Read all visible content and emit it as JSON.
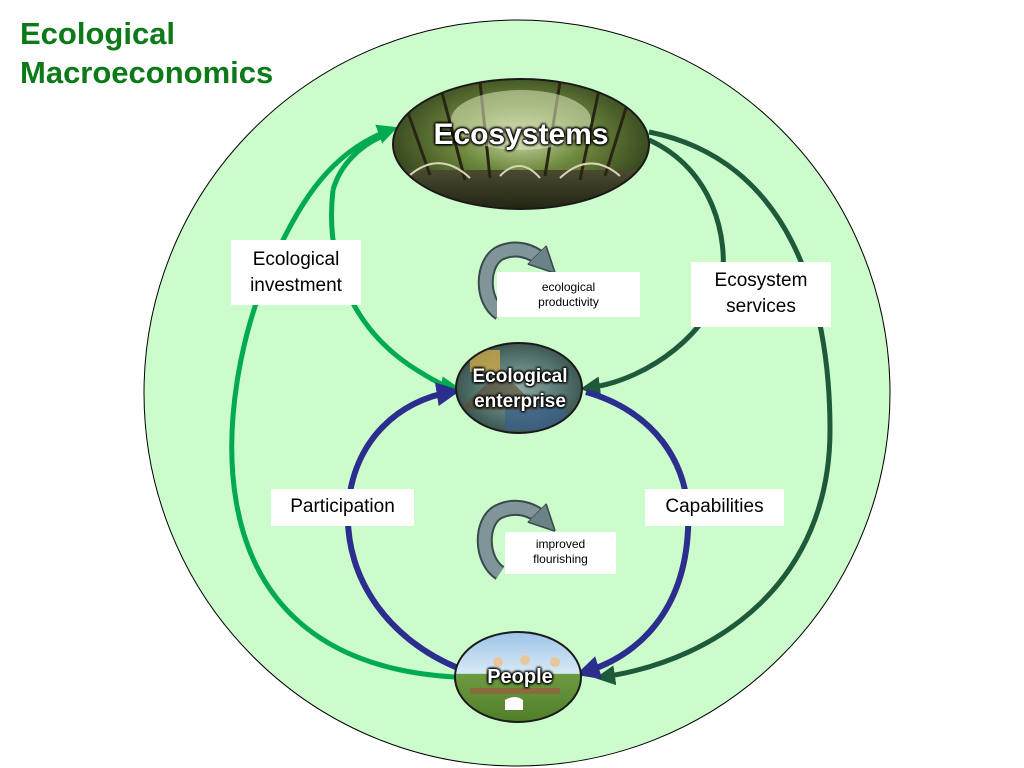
{
  "title": {
    "line1": "Ecological",
    "line2": "Macroeconomics"
  },
  "nodes": {
    "ecosystems": "Ecosystems",
    "enterprise": {
      "line1": "Ecological",
      "line2": "enterprise"
    },
    "people": "People"
  },
  "flows": {
    "ecological_investment": {
      "line1": "Ecological",
      "line2": "investment"
    },
    "ecosystem_services": {
      "line1": "Ecosystem",
      "line2": "services"
    },
    "participation": "Participation",
    "capabilities": "Capabilities"
  },
  "loops": {
    "productivity": {
      "line1": "ecological",
      "line2": "productivity"
    },
    "flourishing": {
      "line1": "improved",
      "line2": "flourishing"
    }
  },
  "colors": {
    "background_circle": "#ccfbcc",
    "investment_arrow": "#00aa4f",
    "services_arrow": "#1e5a3a",
    "people_arrow": "#2b2e8c",
    "loop_arrow": "#7f9599",
    "title": "#0c7a18"
  }
}
